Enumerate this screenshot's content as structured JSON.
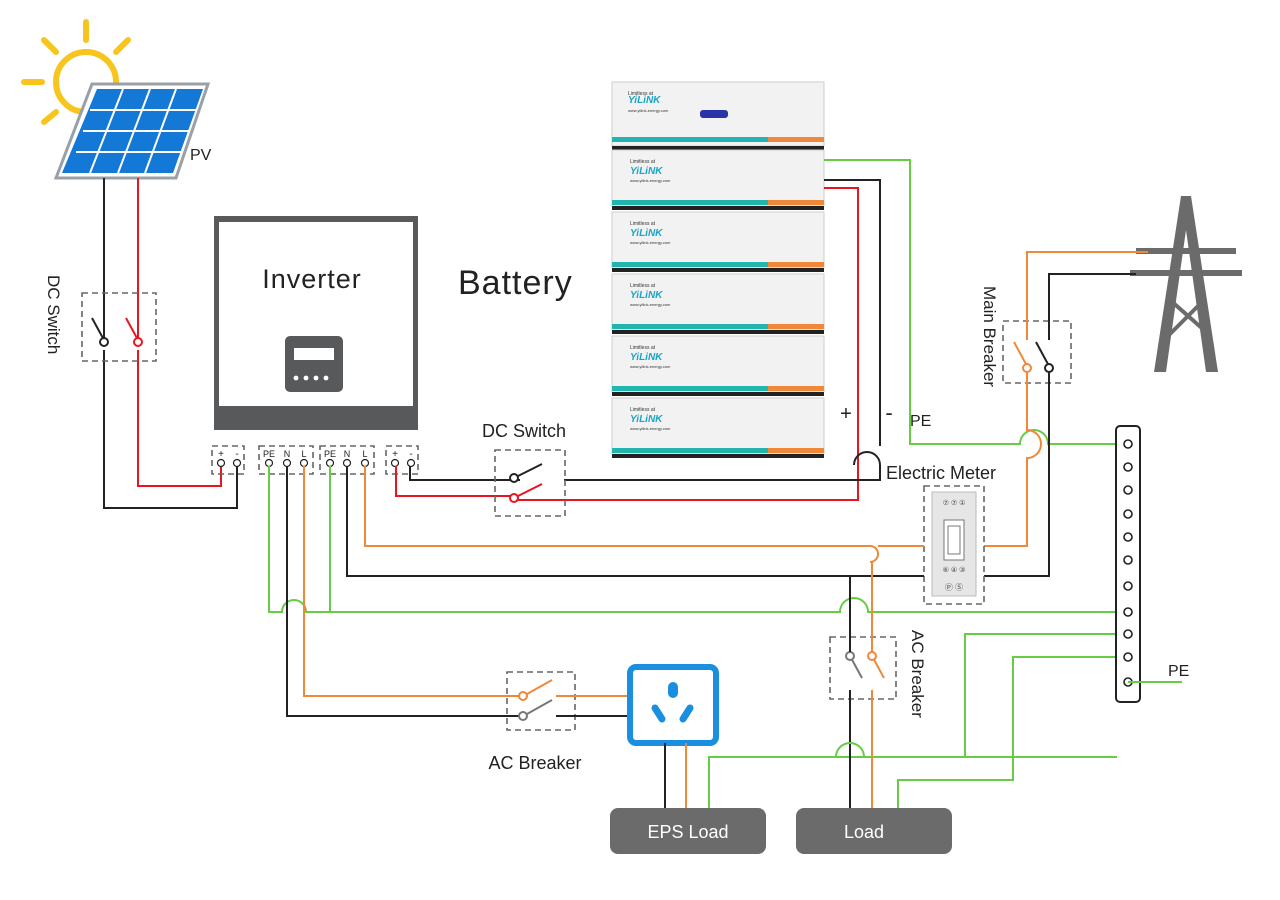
{
  "labels": {
    "pv": "PV",
    "dc_switch_left": "DC Switch",
    "inverter": "Inverter",
    "battery": "Battery",
    "dc_switch_mid": "DC Switch",
    "plus": "+",
    "minus": "-",
    "pe_top": "PE",
    "electric_meter": "Electric Meter",
    "main_breaker": "Main Breaker",
    "ac_breaker_bottom": "AC Breaker",
    "ac_breaker_right": "AC Breaker",
    "pe_bar": "PE",
    "eps_load": "EPS Load",
    "load": "Load"
  },
  "terminals": {
    "dc_in": [
      "+",
      "-"
    ],
    "ac_out": [
      "PE",
      "N",
      "L"
    ],
    "ac_grid": [
      "PE",
      "N",
      "L"
    ],
    "bat": [
      "+",
      "-"
    ]
  },
  "battery_brand": {
    "brand": "YiLiNK",
    "tagline": "Limitless at",
    "url": "www.yilink-energy.com"
  },
  "colors": {
    "dc_negative": "#222222",
    "dc_positive": "#e8141e",
    "live": "#f0883a",
    "ground": "#66cc44",
    "socket": "#1a8fe0",
    "load_box": "#6b6b6b"
  }
}
